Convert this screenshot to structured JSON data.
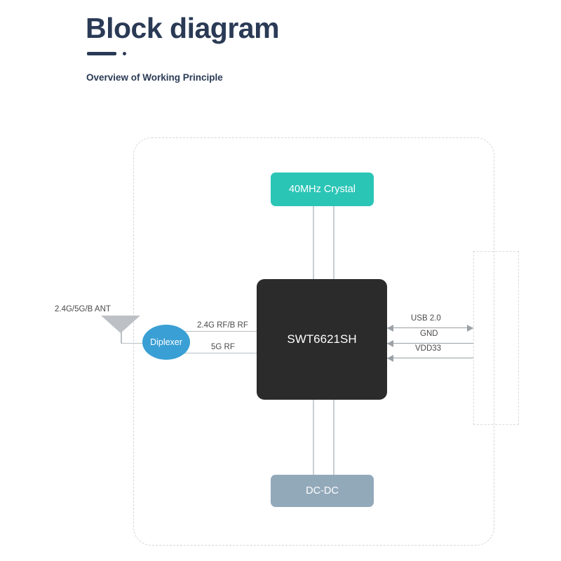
{
  "header": {
    "title": "Block diagram",
    "subtitle": "Overview of Working Principle"
  },
  "diagram": {
    "blocks": [
      {
        "name": "crystal",
        "label": "40MHz Crystal",
        "color": "#2bc5b6"
      },
      {
        "name": "main_chip",
        "label": "SWT6621SH",
        "color": "#2b2b2b"
      },
      {
        "name": "dcdc",
        "label": "DC-DC",
        "color": "#92a9ba"
      },
      {
        "name": "diplexer",
        "label": "Diplexer",
        "color": "#3a9fd4"
      }
    ],
    "antenna": {
      "label": "2.4G/5G/B ANT",
      "color": "#bdc1c5"
    },
    "rf_paths": [
      {
        "name": "rf_24g",
        "label": "2.4G RF/B RF"
      },
      {
        "name": "rf_5g",
        "label": "5G RF"
      }
    ],
    "signals": [
      {
        "name": "usb",
        "label": "USB 2.0",
        "direction": "bidirectional"
      },
      {
        "name": "gnd",
        "label": "GND",
        "direction": "left"
      },
      {
        "name": "vdd33",
        "label": "VDD33",
        "direction": "left"
      }
    ],
    "colors": {
      "heading": "#2a3a55",
      "dashed_border": "#d2d6da",
      "connector_line": "#b9bfc4"
    }
  }
}
